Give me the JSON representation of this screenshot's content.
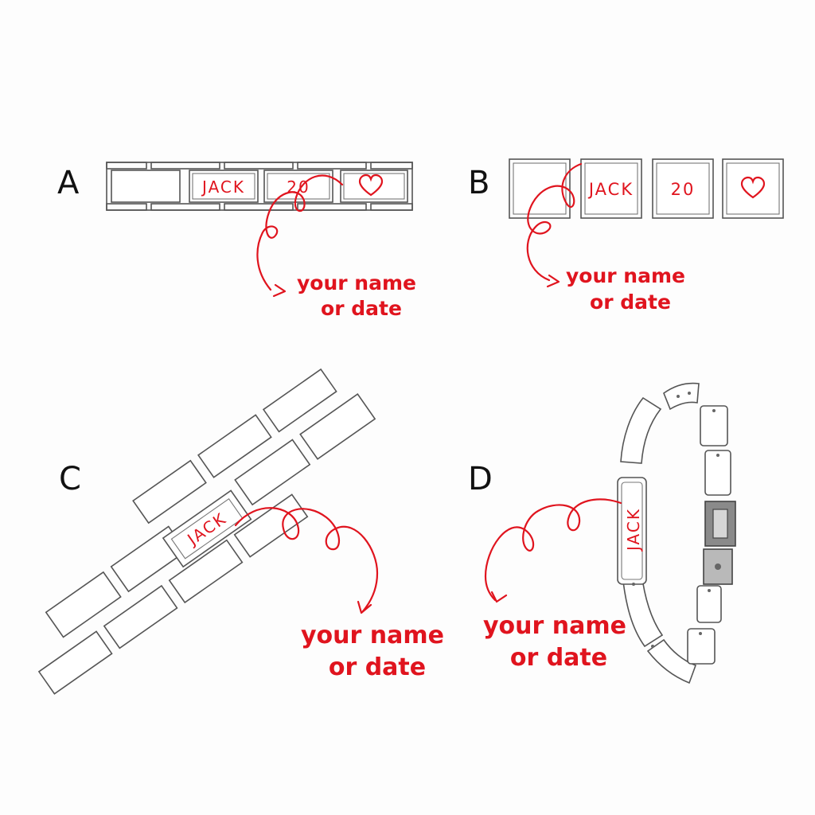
{
  "panels": {
    "a": {
      "letter": "A",
      "engravings": {
        "name": "JACK",
        "number": "20"
      },
      "caption": {
        "line1": "your name",
        "line2": "or date"
      }
    },
    "b": {
      "letter": "B",
      "engravings": {
        "name": "JACK",
        "number": "20"
      },
      "caption": {
        "line1": "your name",
        "line2": "or date"
      }
    },
    "c": {
      "letter": "C",
      "engravings": {
        "name": "JACK"
      },
      "caption": {
        "line1": "your name",
        "line2": "or date"
      }
    },
    "d": {
      "letter": "D",
      "engravings": {
        "name": "JACK"
      },
      "caption": {
        "line1": "your name",
        "line2": "or date"
      }
    }
  },
  "icons": {
    "heart": "heart-icon"
  },
  "colors": {
    "accent": "#e0141e",
    "line": "#555555",
    "background": "#fdfdfd"
  }
}
